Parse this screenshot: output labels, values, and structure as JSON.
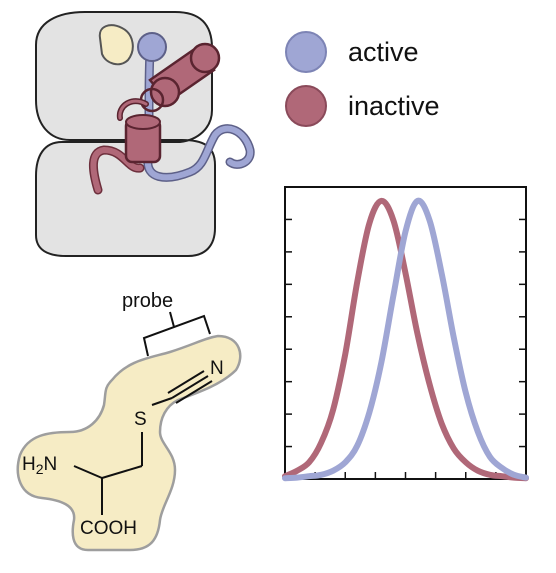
{
  "legend": {
    "items": [
      {
        "label": "active",
        "color": "#9fa6d4",
        "border": "#7d84b5"
      },
      {
        "label": "inactive",
        "color": "#b06878",
        "border": "#8a4a5a"
      }
    ]
  },
  "molecule": {
    "probe_label": "probe",
    "atom_n": "N",
    "atom_s": "S",
    "group_h2n": "H2N",
    "group_cooh": "COOH",
    "highlight_color": "#f6ecc5"
  },
  "protein": {
    "body_color": "#e3e3e3",
    "pocket_color": "#f6ecc5"
  },
  "chart_data": {
    "type": "line",
    "title": "",
    "xlabel": "",
    "ylabel": "",
    "xlim": [
      0,
      10
    ],
    "ylim": [
      0,
      1.05
    ],
    "grid": false,
    "series": [
      {
        "name": "inactive",
        "color": "#b06878",
        "x": [
          0,
          0.5,
          1,
          1.5,
          2,
          2.5,
          3,
          3.5,
          4,
          4.5,
          5,
          5.5,
          6,
          6.5,
          7,
          7.5,
          8,
          8.5,
          9,
          9.5,
          10
        ],
        "y": [
          0.01,
          0.03,
          0.06,
          0.13,
          0.25,
          0.45,
          0.71,
          0.92,
          1.0,
          0.93,
          0.74,
          0.52,
          0.34,
          0.2,
          0.11,
          0.06,
          0.03,
          0.015,
          0.01,
          0.005,
          0.003
        ]
      },
      {
        "name": "active",
        "color": "#9fa6d4",
        "x": [
          0,
          0.5,
          1,
          1.5,
          2,
          2.5,
          3,
          3.5,
          4,
          4.5,
          5,
          5.5,
          6,
          6.5,
          7,
          7.5,
          8,
          8.5,
          9,
          9.5,
          10
        ],
        "y": [
          0.003,
          0.005,
          0.01,
          0.015,
          0.03,
          0.06,
          0.12,
          0.24,
          0.42,
          0.66,
          0.89,
          1.0,
          0.93,
          0.74,
          0.51,
          0.31,
          0.17,
          0.08,
          0.04,
          0.015,
          0.005
        ]
      }
    ]
  }
}
